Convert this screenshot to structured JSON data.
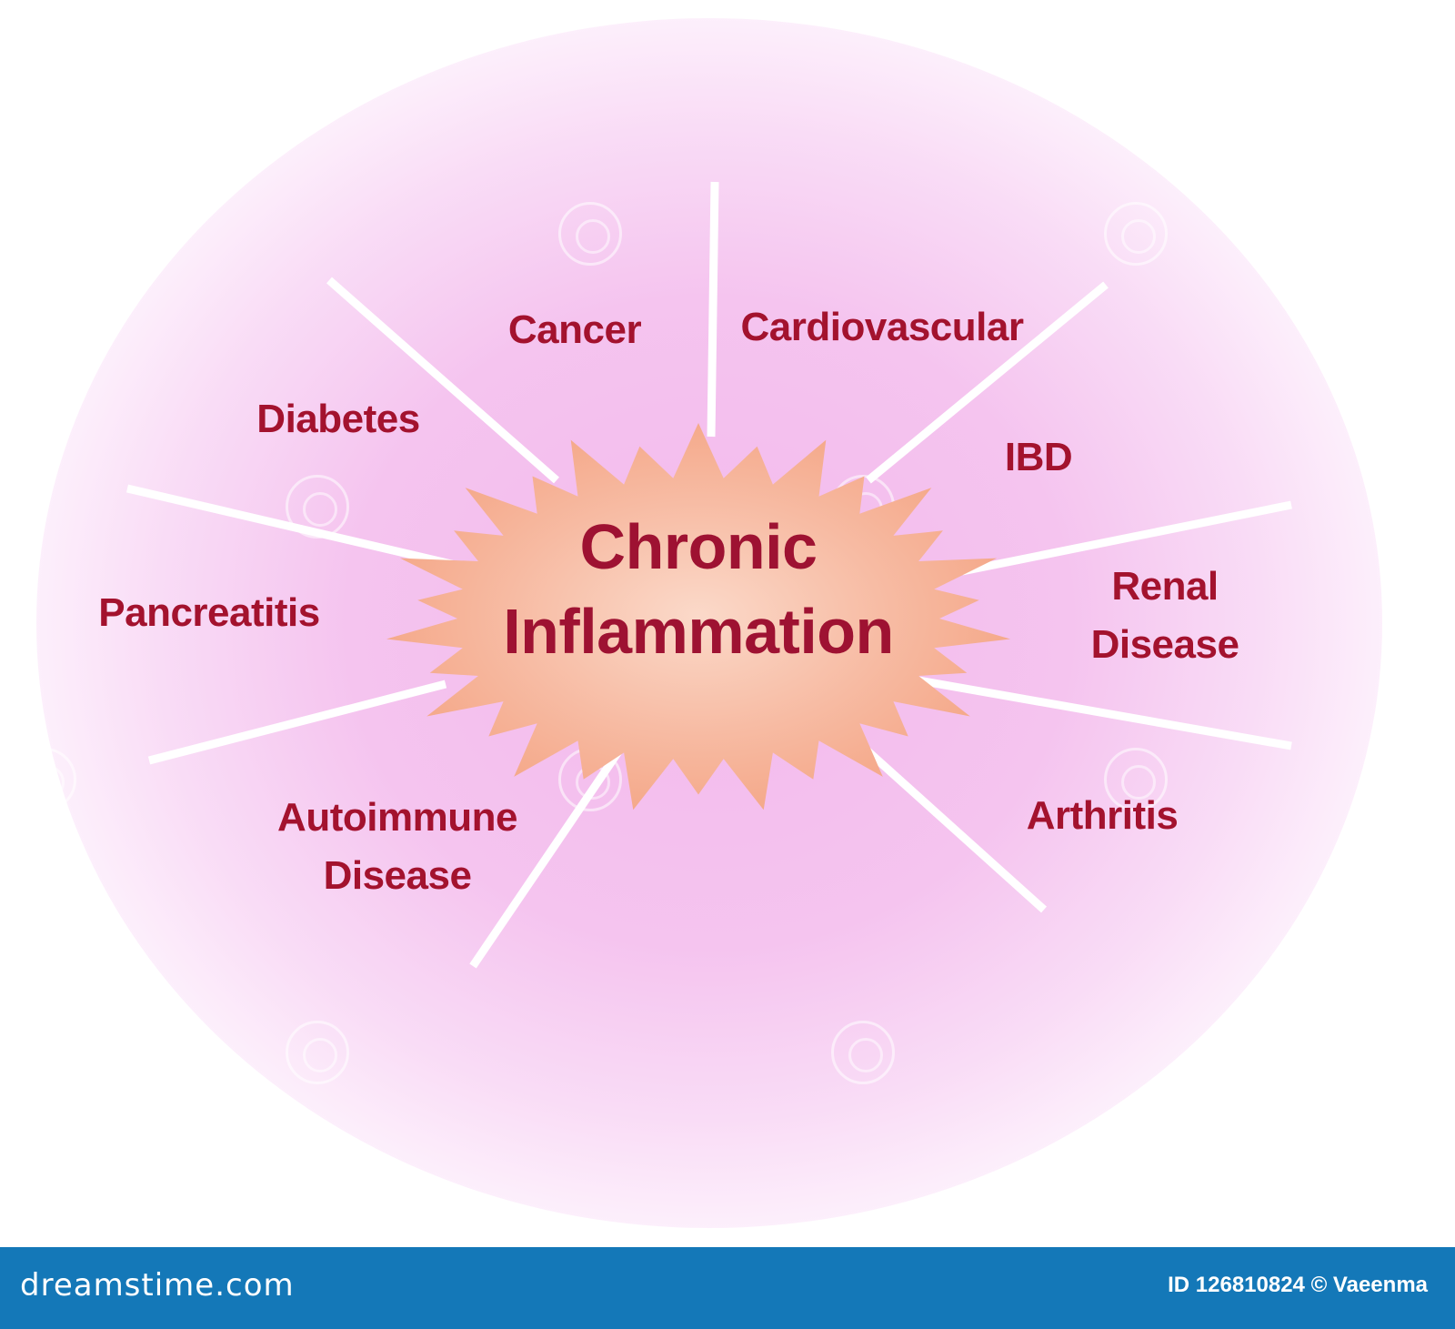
{
  "center": {
    "line1": "Chronic",
    "line2": "Inflammation"
  },
  "conditions": {
    "cancer": "Cancer",
    "cardiovascular": "Cardiovascular",
    "diabetes": "Diabetes",
    "ibd": "IBD",
    "pancreatitis": "Pancreatitis",
    "renal_1": "Renal",
    "renal_2": "Disease",
    "autoimmune_1": "Autoimmune",
    "autoimmune_2": "Disease",
    "arthritis": "Arthritis"
  },
  "colors": {
    "text": "#a3122e",
    "burst_edge": "#f4a585",
    "burst_center": "#fbd9c9",
    "background_glow": "#f2b9ec",
    "footer": "#1478b8"
  },
  "footer": {
    "brand": "dreamstime.com",
    "credit": "ID 126810824 © Vaeenma"
  }
}
